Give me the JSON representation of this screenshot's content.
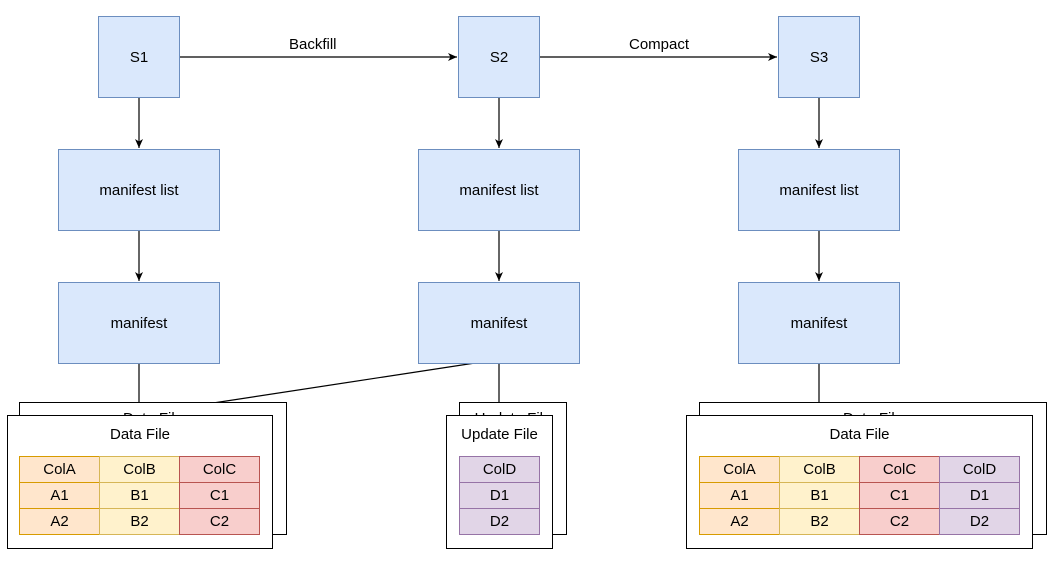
{
  "snapshots": [
    {
      "id": "s1",
      "label": "S1"
    },
    {
      "id": "s2",
      "label": "S2"
    },
    {
      "id": "s3",
      "label": "S3"
    }
  ],
  "transitions": [
    {
      "from": "S1",
      "to": "S2",
      "label": "Backfill"
    },
    {
      "from": "S2",
      "to": "S3",
      "label": "Compact"
    }
  ],
  "levels": {
    "manifest_list": "manifest list",
    "manifest": "manifest"
  },
  "files": [
    {
      "title": "Data File",
      "ghost_title": "Data File",
      "columns": [
        "ColA",
        "ColB",
        "ColC"
      ],
      "rows": [
        [
          "A1",
          "B1",
          "C1"
        ],
        [
          "A2",
          "B2",
          "C2"
        ]
      ]
    },
    {
      "title": "Update File",
      "ghost_title": "Update File",
      "columns": [
        "ColD"
      ],
      "rows": [
        [
          "D1"
        ],
        [
          "D2"
        ]
      ]
    },
    {
      "title": "Data File",
      "ghost_title": "Data File",
      "columns": [
        "ColA",
        "ColB",
        "ColC",
        "ColD"
      ],
      "rows": [
        [
          "A1",
          "B1",
          "C1",
          "D1"
        ],
        [
          "A2",
          "B2",
          "C2",
          "D2"
        ]
      ]
    }
  ],
  "colors": {
    "node_fill": "#dae8fc",
    "node_stroke": "#6c8ebf",
    "ColA": "#ffe6cc",
    "ColB": "#fff2cc",
    "ColC": "#f8cecc",
    "ColD": "#e1d5e7"
  }
}
